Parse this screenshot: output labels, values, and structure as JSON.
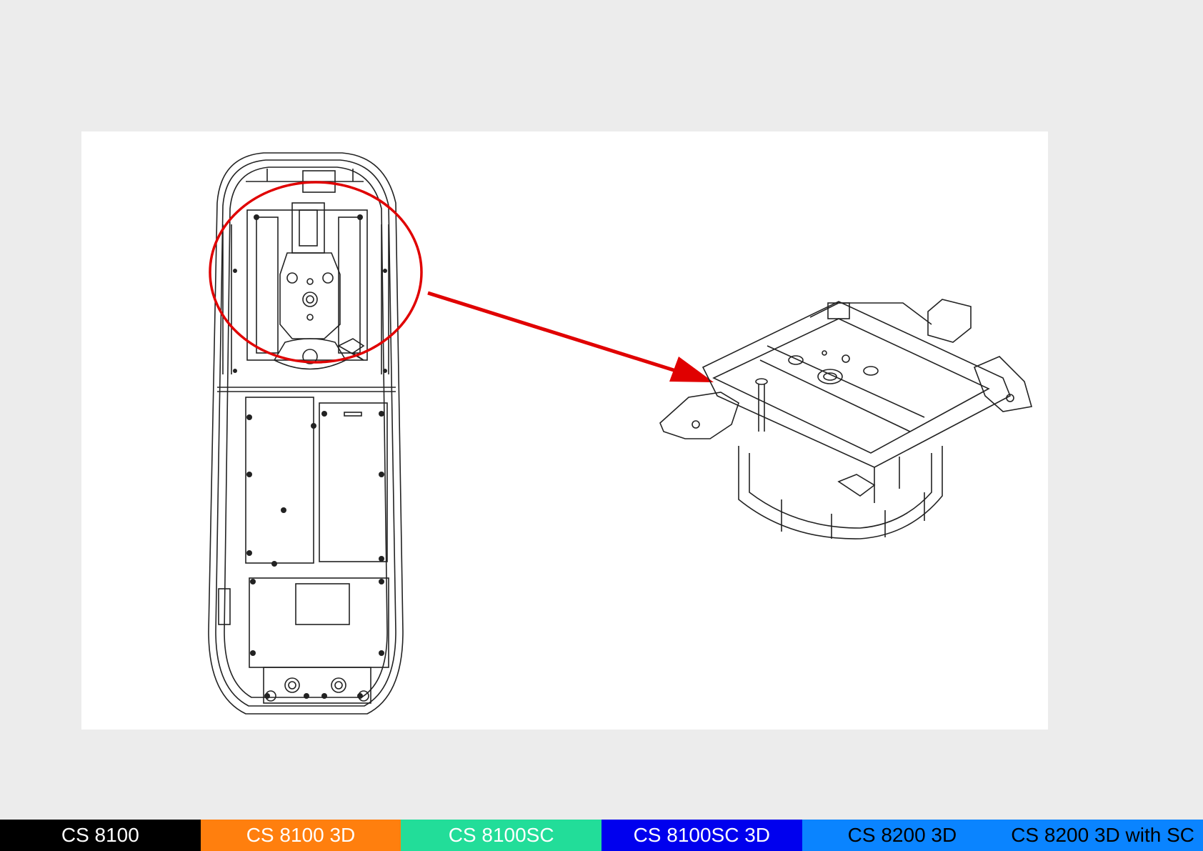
{
  "colors": {
    "page_background": "#ececec",
    "canvas_background": "#ffffff",
    "highlight": "#e00000"
  },
  "figure": {
    "icon_left": "unit-inner-view-drawing",
    "icon_right": "motor-assembly-drawing",
    "highlight_shape": "red-ellipse",
    "pointer": "red-arrow"
  },
  "tabs": [
    {
      "label": "CS 8100",
      "bg": "#000000",
      "fg": "#ffffff"
    },
    {
      "label": "CS 8100 3D",
      "bg": "#ff7f0e",
      "fg": "#ffffff"
    },
    {
      "label": "CS 8100SC",
      "bg": "#22dd99",
      "fg": "#ffffff"
    },
    {
      "label": "CS 8100SC 3D",
      "bg": "#0000ee",
      "fg": "#ffffff"
    },
    {
      "label": "CS 8200 3D",
      "bg": "#0a84ff",
      "fg": "#000000"
    },
    {
      "label": "CS 8200 3D with SC",
      "bg": "#0a84ff",
      "fg": "#000000"
    }
  ]
}
